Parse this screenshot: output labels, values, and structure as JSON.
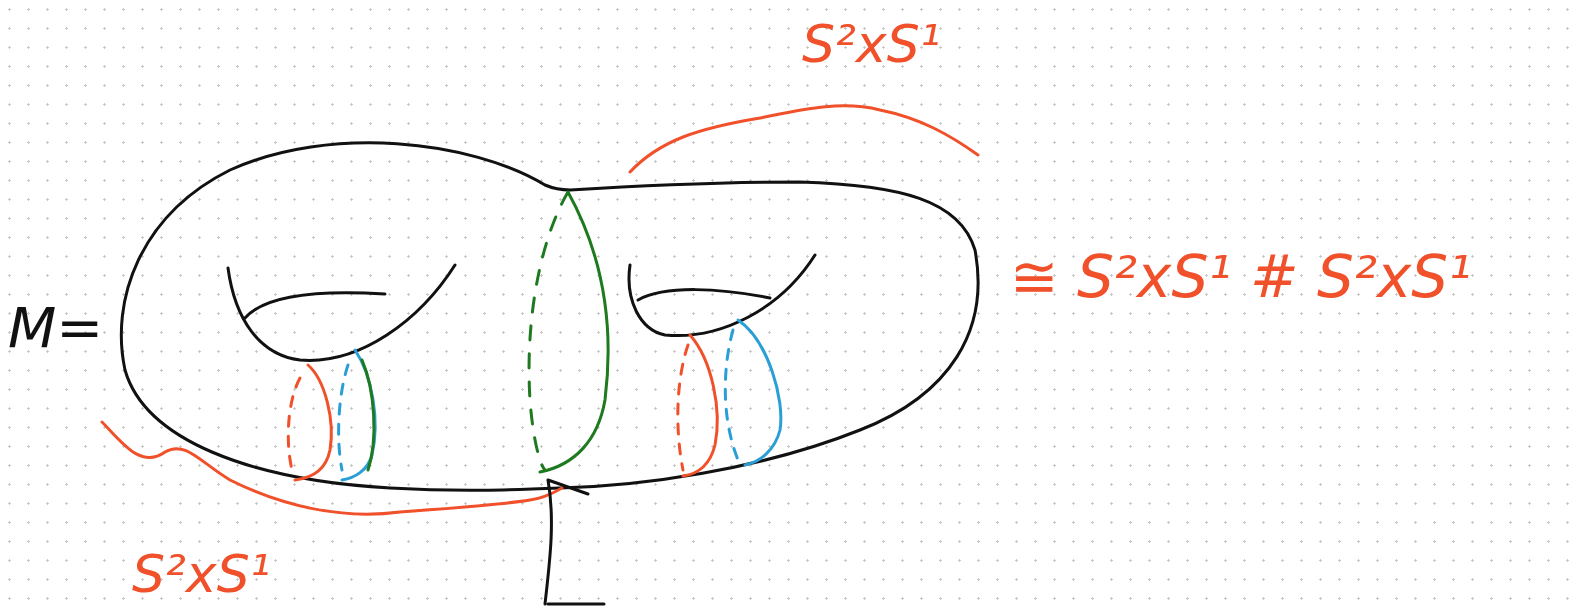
{
  "diagram": {
    "labels": [
      "S²xS¹",
      "M=",
      "≅ S²xS¹ # S²xS¹",
      "S²xS¹"
    ]
  }
}
